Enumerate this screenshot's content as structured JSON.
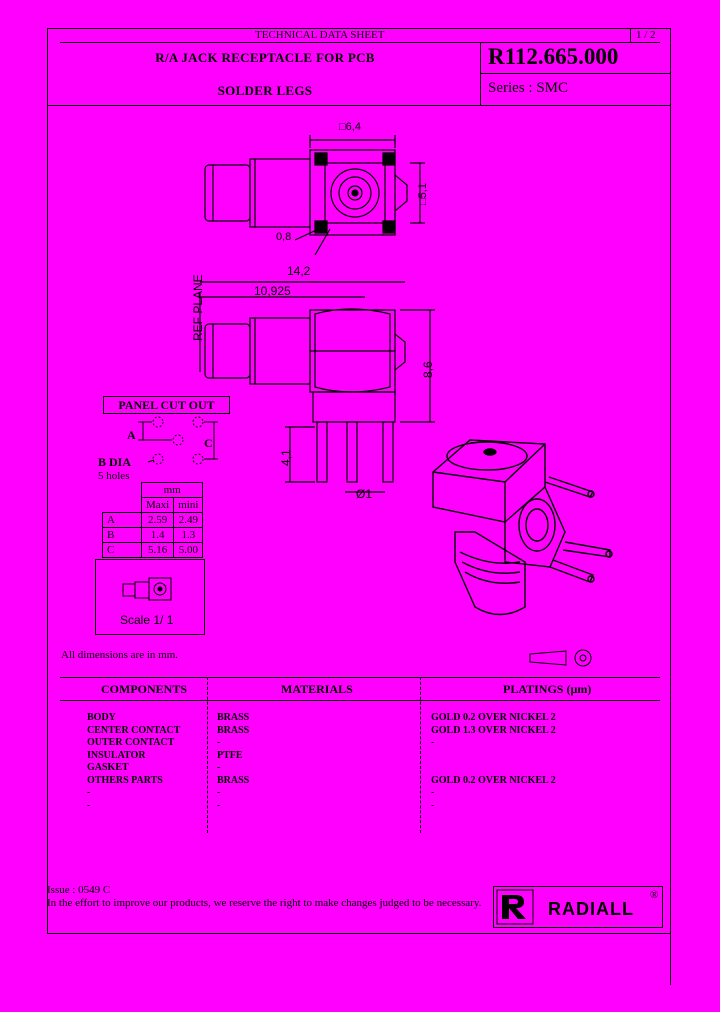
{
  "header": {
    "sheet_type": "TECHNICAL DATA SHEET",
    "page": "1 / 2",
    "title_line1": "R/A  JACK RECEPTACLE FOR PCB",
    "title_line2": "SOLDER LEGS",
    "part_number": "R112.665.000",
    "series": "Series : SMC"
  },
  "drawing": {
    "dim_square_6_4": "□6,4",
    "dim_square_5_1": "□5,1",
    "dim_0_8": "0,8",
    "dim_14_2": "14,2",
    "dim_10_925": "10,925",
    "dim_8_6": "8,6",
    "dim_4_1": "4,1",
    "dim_dia_1": "Ø1",
    "ref_plane": "REF PLANE"
  },
  "cutout": {
    "title": "PANEL CUT OUT",
    "label_a": "A",
    "label_c": "C",
    "label_b": "B DIA",
    "holes": "5 holes",
    "unit": "mm",
    "col_max": "Maxi",
    "col_min": "mini",
    "rows": [
      {
        "name": "A",
        "max": "2.59",
        "min": "2.49"
      },
      {
        "name": "B",
        "max": "1.4",
        "min": "1.3"
      },
      {
        "name": "C",
        "max": "5.16",
        "min": "5.00"
      }
    ]
  },
  "scale": "Scale 1/ 1",
  "all_dims": "All dimensions are in mm.",
  "components_table": {
    "headers": [
      "COMPONENTS",
      "MATERIALS",
      "PLATINGS (µm)"
    ],
    "components": [
      "BODY",
      "CENTER CONTACT",
      "OUTER CONTACT",
      "INSULATOR",
      "GASKET",
      "OTHERS PARTS",
      "-",
      "-"
    ],
    "materials": [
      "BRASS",
      "BRASS",
      "-",
      "PTFE",
      "-",
      "BRASS",
      "-",
      "-"
    ],
    "platings": [
      "GOLD 0.2 OVER NICKEL 2",
      "GOLD 1.3 OVER NICKEL 2",
      "-",
      "",
      "",
      "GOLD 0.2 OVER NICKEL 2",
      "-",
      "-"
    ]
  },
  "footer": {
    "issue": "Issue : 0549 C",
    "notice": "In the effort to improve our products, we reserve the right to make changes judged to be necessary."
  },
  "logo": {
    "name": "RADIALL",
    "registered": "®"
  }
}
